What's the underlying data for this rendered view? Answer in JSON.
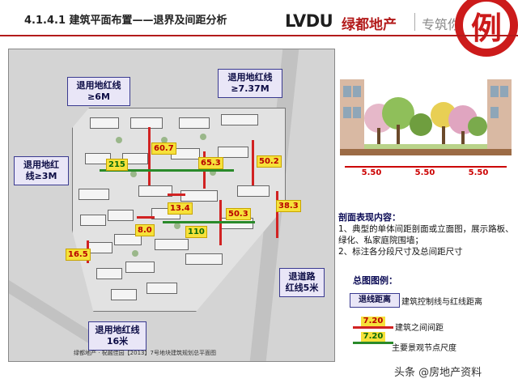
{
  "header": {
    "title": "4.1.4.1 建筑平面布置——退界及间距分析",
    "lvdu": "LVDU",
    "brand": "绿都地产",
    "sub": "专筑你",
    "stamp": "例"
  },
  "map": {
    "labels": {
      "top_left": "退用地红线≥6M",
      "top_right": "退用地红线≥7.37M",
      "left": "退用地红线≥3M",
      "right": "退道路红线5米",
      "bottom": "退用地红线16米"
    },
    "dims": {
      "d60_7": "60.7",
      "d65_3": "65.3",
      "d50_2": "50.2",
      "d215": "215",
      "d13_4": "13.4",
      "d50_3": "50.3",
      "d38_3": "38.3",
      "d8_0": "8.0",
      "d110": "110",
      "d16_5": "16.5"
    },
    "caption": "绿都地产 · 祝融佳园【2013】7号地块建筑规划总平面图"
  },
  "section": {
    "segments": [
      "5.50",
      "5.50",
      "5.50"
    ]
  },
  "desc": {
    "title": "剖面表现内容：",
    "line1": "1、典型的单体间距剖面或立面图，展示路板、绿化、私家庭院围墙；",
    "line2": "2、标注各分段尺寸及总间距尺寸"
  },
  "legend": {
    "title": "总图图例：",
    "item1_box": "退线距离",
    "item1_text": "建筑控制线与红线距离",
    "item2_val": "7.20",
    "item2_text": "建筑之间间距",
    "item3_val": "7.20",
    "item3_text": "主要景观节点尺度"
  },
  "watermark": "头条 @房地产资料"
}
